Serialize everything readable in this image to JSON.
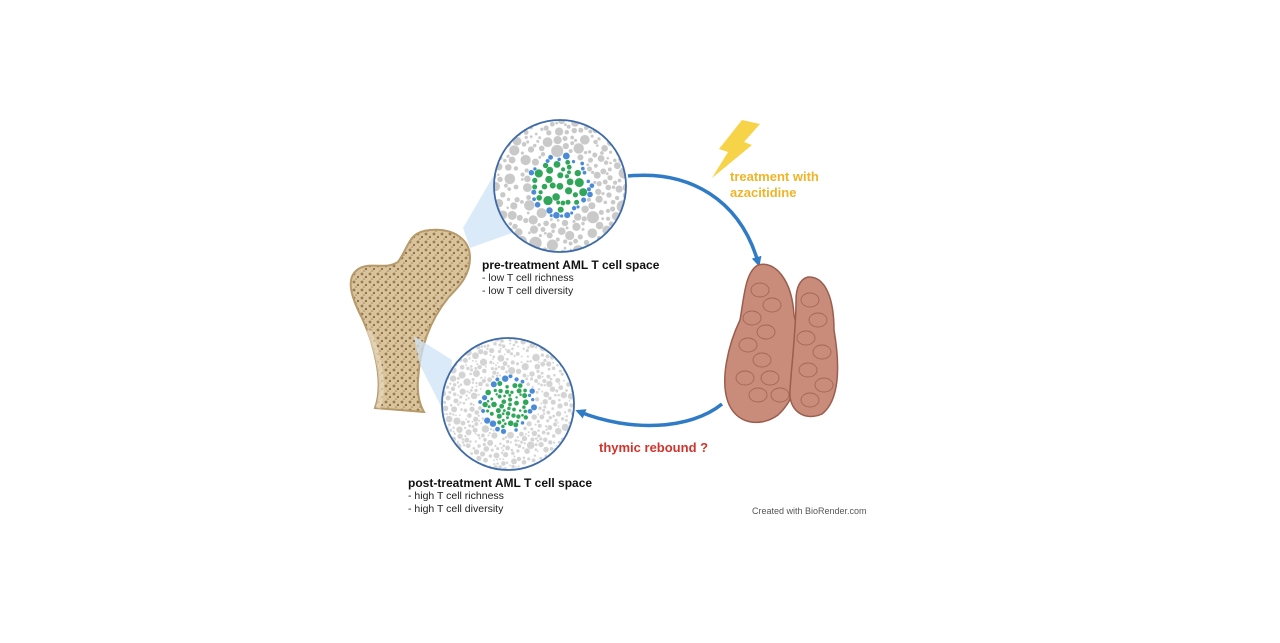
{
  "pre_panel": {
    "title": "pre-treatment AML T cell space",
    "items": [
      "- low T cell richness",
      "- low T cell diversity"
    ]
  },
  "post_panel": {
    "title": "post-treatment AML T cell space",
    "items": [
      "- high T cell richness",
      "- high T cell diversity"
    ]
  },
  "treatment": {
    "lines": [
      "treatment with",
      "azacitidine"
    ],
    "icon": "lightning-bolt-icon",
    "color": "#f0b429"
  },
  "rebound": {
    "label": "thymic rebound ?",
    "color": "#d0342c"
  },
  "credit": "Created with BioRender.com",
  "colors": {
    "arrow": "#2f7bc6",
    "circle_border": "#3d6aa8",
    "green_clone": "#2fa65a",
    "blue_clone": "#4a8ad6",
    "background_cells": "#cfcfcf",
    "bone": "#d9c6a0",
    "thymus": "#c98b7a"
  }
}
